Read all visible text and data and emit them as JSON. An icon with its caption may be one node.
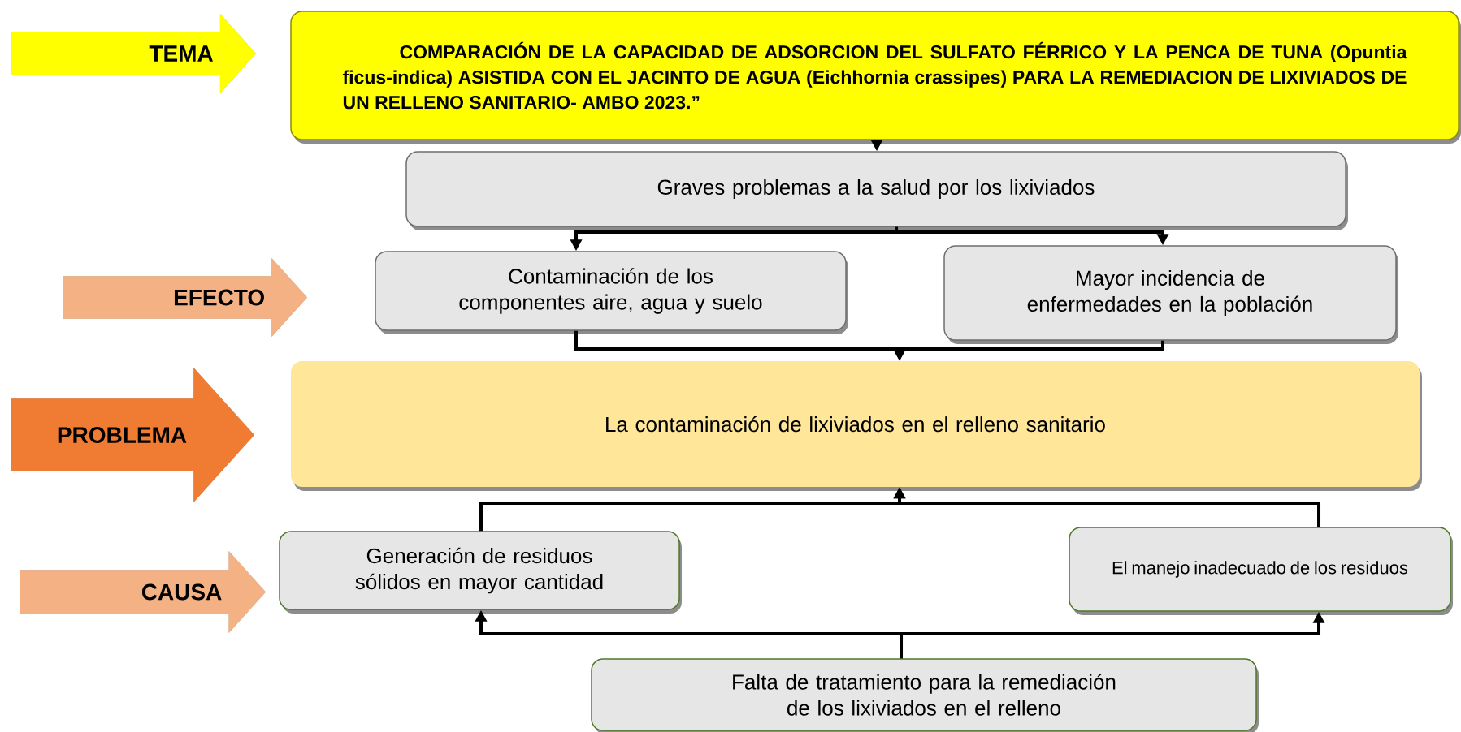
{
  "diagram": {
    "nodes": [
      {
        "text": [
          "TEMA"
        ]
      },
      {
        "text": [
          "COMPARACIÓN DE LA CAPACIDAD DE ADSORCION DEL SULFATO FÉRRICO Y LA PENCA DE TUNA (Opuntia ficus-indica) ASISTIDA CON EL JACINTO DE AGUA (Eichhornia crassipes) PARA LA REMEDIACION DE LIXIVIADOS DE UN RELLENO SANITARIO- AMBO 2023.”"
        ]
      },
      {
        "text": [
          "EFECTO"
        ]
      },
      {
        "text": [
          "Graves problemas a la salud por los lixiviados"
        ]
      },
      {
        "text": [
          "Contaminación de los componentes aire, agua y suelo"
        ]
      },
      {
        "text": [
          "Mayor incidencia de enfermedades en la población"
        ]
      },
      {
        "text": [
          "PROBLEMA"
        ]
      },
      {
        "text": [
          "La contaminación de lixiviados en el relleno sanitario"
        ]
      },
      {
        "text": [
          "CAUSA"
        ]
      },
      {
        "text": [
          "Generación de residuos sólidos en mayor cantidad"
        ]
      },
      {
        "text": [
          "El manejo inadecuado de los residuos"
        ]
      },
      {
        "text": [
          "Falta de tratamiento para la remediación de los lixiviados en el relleno"
        ]
      }
    ],
    "edges": [
      {
        "from": 1,
        "to": 3,
        "arrow": "to"
      },
      {
        "from": 3,
        "to": 4,
        "arrow": "to"
      },
      {
        "from": 3,
        "to": 5,
        "arrow": "to"
      },
      {
        "from": 4,
        "to": 7,
        "arrow": "to"
      },
      {
        "from": 5,
        "to": 7,
        "arrow": "to"
      },
      {
        "from": 9,
        "to": 7,
        "arrow": "to"
      },
      {
        "from": 10,
        "to": 7,
        "arrow": "to"
      },
      {
        "from": 11,
        "to": 9,
        "arrow": "to"
      },
      {
        "from": 11,
        "to": 10,
        "arrow": "to"
      }
    ]
  }
}
